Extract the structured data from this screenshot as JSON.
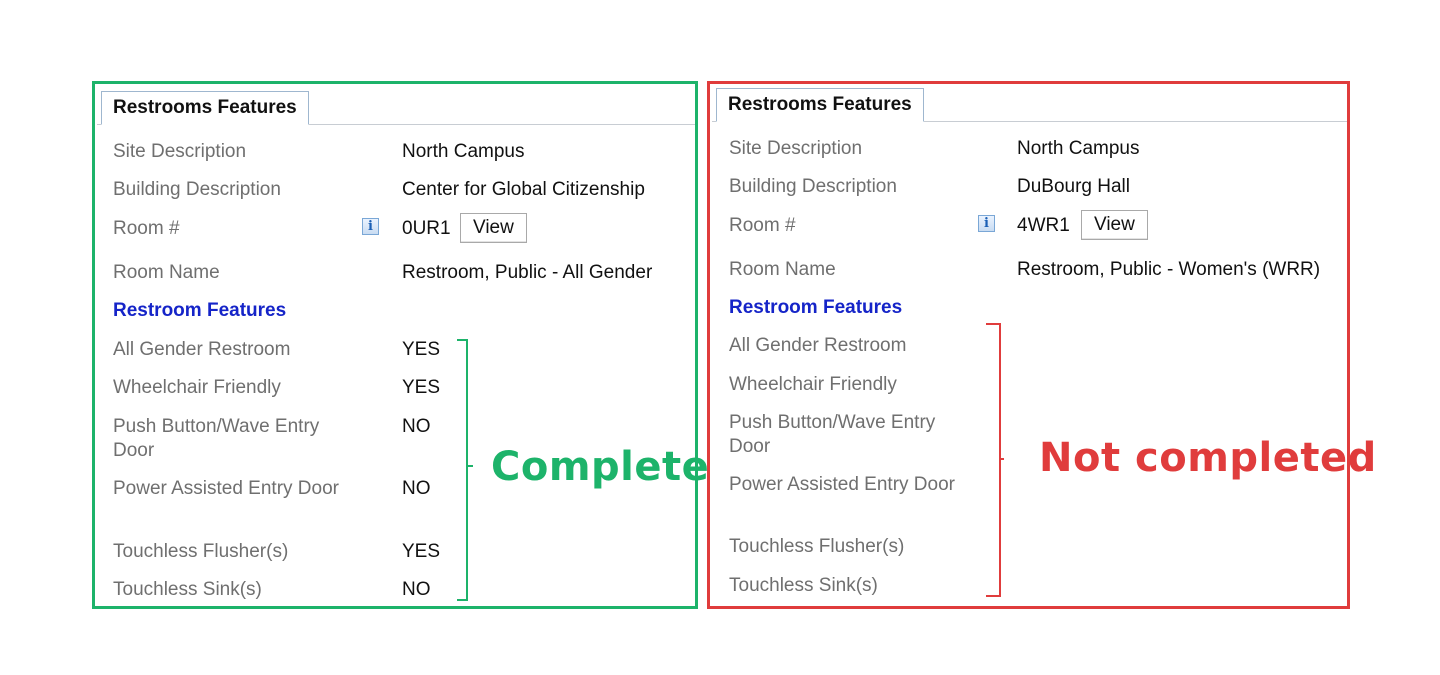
{
  "panels": [
    {
      "tab_title": "Restrooms Features",
      "site_label": "Site Description",
      "site_value": "North Campus",
      "building_label": "Building Description",
      "building_value": "Center for Global Citizenship",
      "room_num_label": "Room #",
      "room_num_value": "0UR1",
      "view_label": "View",
      "room_name_label": "Room Name",
      "room_name_value": "Restroom, Public - All Gender",
      "features_heading": "Restroom Features",
      "features": [
        {
          "label": "All Gender Restroom",
          "value": "YES"
        },
        {
          "label": "Wheelchair Friendly",
          "value": "YES"
        },
        {
          "label": "Push Button/Wave Entry Door",
          "value": "NO"
        },
        {
          "label": "Power Assisted Entry Door",
          "value": "NO"
        },
        {
          "label": "Touchless Flusher(s)",
          "value": "YES"
        },
        {
          "label": "Touchless Sink(s)",
          "value": "NO"
        }
      ],
      "status_text": "Completed",
      "status_color": "#1db36a",
      "info_icon": "info-icon"
    },
    {
      "tab_title": "Restrooms Features",
      "site_label": "Site Description",
      "site_value": "North Campus",
      "building_label": "Building Description",
      "building_value": "DuBourg Hall",
      "room_num_label": "Room #",
      "room_num_value": "4WR1",
      "view_label": "View",
      "room_name_label": "Room Name",
      "room_name_value": "Restroom, Public - Women's (WRR)",
      "features_heading": "Restroom Features",
      "features": [
        {
          "label": "All Gender Restroom",
          "value": ""
        },
        {
          "label": "Wheelchair Friendly",
          "value": ""
        },
        {
          "label": "Push Button/Wave Entry Door",
          "value": ""
        },
        {
          "label": "Power Assisted Entry Door",
          "value": ""
        },
        {
          "label": "Touchless Flusher(s)",
          "value": ""
        },
        {
          "label": "Touchless Sink(s)",
          "value": ""
        }
      ],
      "status_text": "Not completed",
      "status_color": "#e03c3c",
      "info_icon": "info-icon"
    }
  ],
  "colors": {
    "completed_border": "#1db36a",
    "not_completed_border": "#e03c3c",
    "heading_blue": "#1524c8",
    "label_gray": "#6f6f6f"
  }
}
